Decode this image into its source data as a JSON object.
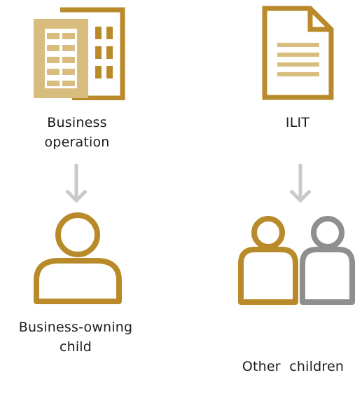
{
  "diagram": {
    "left": {
      "top_label": [
        "Business",
        "operation"
      ],
      "bottom_label": [
        "Business-owning",
        "child"
      ]
    },
    "right": {
      "top_label": [
        "ILIT"
      ],
      "bottom_label": [
        "Other  children"
      ]
    }
  },
  "colors": {
    "gold": "#b98a2a",
    "gold_light": "#d9bd7f",
    "gray": "#8f8f8f",
    "arrow": "#c9c9c9"
  },
  "icons": [
    "building-icon",
    "document-icon",
    "person-icon",
    "person-icon",
    "person-gray-icon",
    "arrow-down-icon"
  ]
}
